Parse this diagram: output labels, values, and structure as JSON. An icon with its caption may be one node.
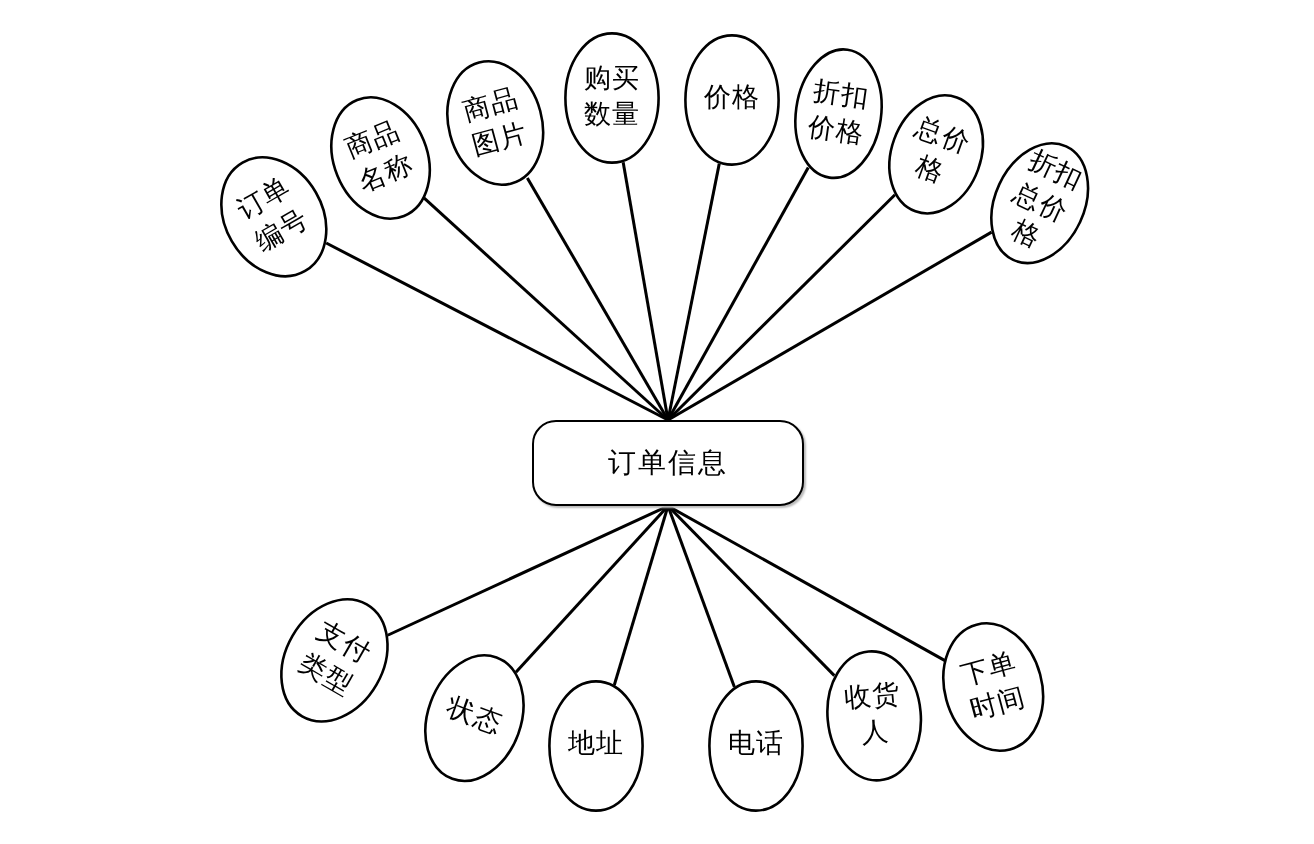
{
  "diagram": {
    "nodes": [
      {
        "text": [
          "订单编号"
        ]
      },
      {
        "text": [
          "商品名称"
        ]
      },
      {
        "text": [
          "商品图片"
        ]
      },
      {
        "text": [
          "购买数量"
        ]
      },
      {
        "text": [
          "价格"
        ]
      },
      {
        "text": [
          "折扣价格"
        ]
      },
      {
        "text": [
          "总价格"
        ]
      },
      {
        "text": [
          "折扣总价格"
        ]
      },
      {
        "text": [
          "订单信息"
        ]
      },
      {
        "text": [
          "支付类型"
        ]
      },
      {
        "text": [
          "状态"
        ]
      },
      {
        "text": [
          "地址"
        ]
      },
      {
        "text": [
          "电话"
        ]
      },
      {
        "text": [
          "收货人"
        ]
      },
      {
        "text": [
          "下单时间"
        ]
      }
    ],
    "edges": [
      {
        "from": 8,
        "to": 0,
        "arrow": "none"
      },
      {
        "from": 8,
        "to": 1,
        "arrow": "none"
      },
      {
        "from": 8,
        "to": 2,
        "arrow": "none"
      },
      {
        "from": 8,
        "to": 3,
        "arrow": "none"
      },
      {
        "from": 8,
        "to": 4,
        "arrow": "none"
      },
      {
        "from": 8,
        "to": 5,
        "arrow": "none"
      },
      {
        "from": 8,
        "to": 6,
        "arrow": "none"
      },
      {
        "from": 8,
        "to": 7,
        "arrow": "none"
      },
      {
        "from": 8,
        "to": 9,
        "arrow": "none"
      },
      {
        "from": 8,
        "to": 10,
        "arrow": "none"
      },
      {
        "from": 8,
        "to": 11,
        "arrow": "none"
      },
      {
        "from": 8,
        "to": 12,
        "arrow": "none"
      },
      {
        "from": 8,
        "to": 13,
        "arrow": "none"
      },
      {
        "from": 8,
        "to": 14,
        "arrow": "none"
      }
    ]
  }
}
